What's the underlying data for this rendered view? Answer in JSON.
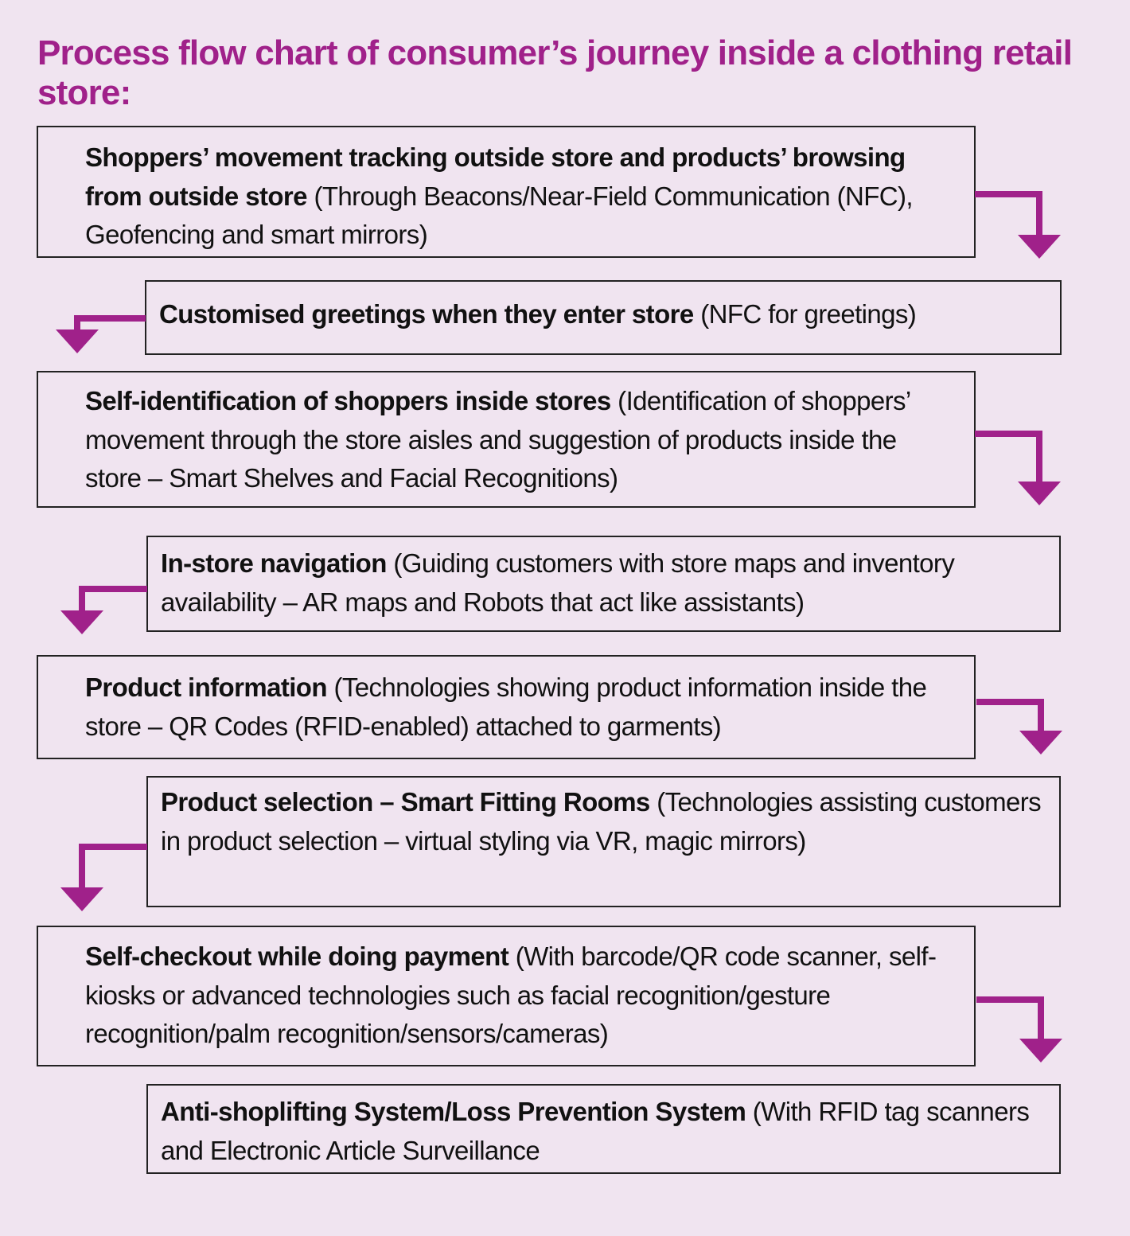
{
  "title": "Process flow chart of consumer’s journey inside a clothing retail store:",
  "accent_color": "#A0218A",
  "background_color": "#F0E4F0",
  "steps": [
    {
      "lead": "Shoppers’ movement tracking outside store and products’ browsing from outside store",
      "detail": " (Through Beacons/Near-Field Communication (NFC), Geofencing and smart mirrors)"
    },
    {
      "lead": "Customised greetings when they enter store",
      "detail": " (NFC for greetings)"
    },
    {
      "lead": "Self-identification of shoppers inside stores",
      "detail": " (Identification of shoppers’ movement through the store aisles and suggestion of products inside the store – Smart Shelves and Facial Recognitions)"
    },
    {
      "lead": "In-store navigation",
      "detail": " (Guiding customers with store maps and inventory availability – AR maps and Robots that act like assistants)"
    },
    {
      "lead": "Product information",
      "detail": " (Technologies showing product information inside the store – QR Codes (RFID-enabled) attached to garments)"
    },
    {
      "lead": "Product selection – Smart Fitting Rooms",
      "detail": " (Technologies assisting customers in product selection – virtual styling via VR, magic mirrors)"
    },
    {
      "lead": "Self-checkout while doing payment",
      "detail": " (With barcode/QR code scanner, self-kiosks or advanced technologies such as facial recognition/gesture recognition/palm recognition/sensors/cameras)"
    },
    {
      "lead": "Anti-shoplifting System/Loss Prevention System",
      "detail": " (With RFID tag scanners and Electronic Article Surveillance"
    }
  ],
  "connectors": [
    {
      "from": 1,
      "to": 2,
      "direction": "right-down"
    },
    {
      "from": 2,
      "to": 3,
      "direction": "left-down"
    },
    {
      "from": 3,
      "to": 4,
      "direction": "right-down"
    },
    {
      "from": 4,
      "to": 5,
      "direction": "left-down"
    },
    {
      "from": 5,
      "to": 6,
      "direction": "right-down"
    },
    {
      "from": 6,
      "to": 7,
      "direction": "left-down"
    },
    {
      "from": 7,
      "to": 8,
      "direction": "right-down"
    }
  ]
}
